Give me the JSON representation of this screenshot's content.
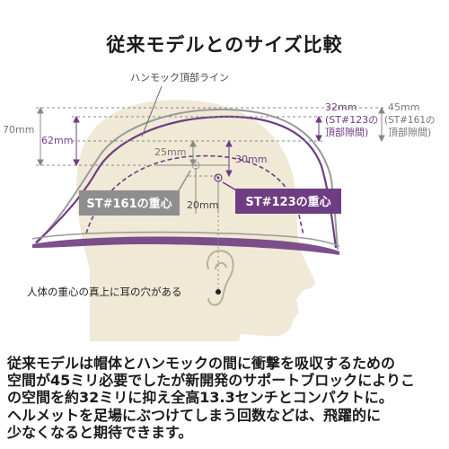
{
  "title": "従来モデルとのサイズ比較",
  "labels": {
    "hammock_top_line": "ハンモック頂部ライン",
    "dim_70": "70mm",
    "dim_62": "62mm",
    "dim_32": "32mm",
    "dim_32_note_1": "(ST#123の",
    "dim_32_note_2": "頂部隙間)",
    "dim_45": "45mm",
    "dim_45_note_1": "(ST#161の",
    "dim_45_note_2": "頂部隙間)",
    "dim_25": "25mm",
    "dim_30": "30mm",
    "dim_20": "20mm",
    "cg_161": "ST#161の重心",
    "cg_123": "ST#123の重心",
    "ear_note": "人体の重心の真上に耳の穴がある"
  },
  "colors": {
    "old_model": "#9a9a9a",
    "new_model": "#6e3d82",
    "head": "#efe9d6",
    "badge_gray": "#8e8e8e",
    "badge_purple": "#6e3d82"
  },
  "description": [
    "従来モデルは帽体とハンモックの間に衝撃を吸収するための",
    "空間が45ミリ必要でしたが新開発のサポートブロックによりこ",
    "の空間を約32ミリに抑え全高13.3センチとコンパクトに。",
    "ヘルメットを足場にぶつけてしまう回数などは、飛躍的に",
    "少なくなると期待できます。"
  ]
}
